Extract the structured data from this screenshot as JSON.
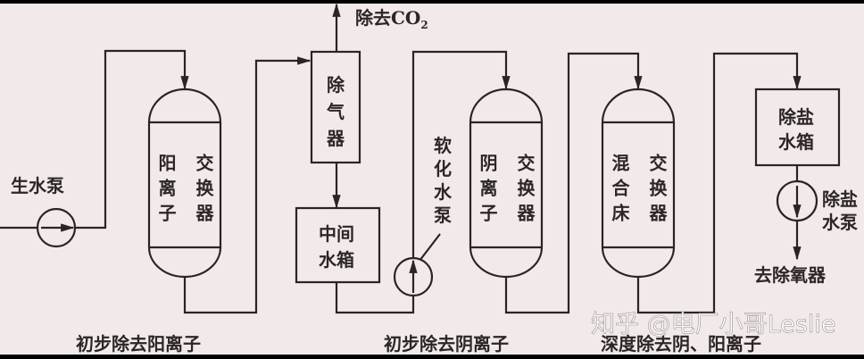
{
  "labels": {
    "raw_water_pump": "生水泵",
    "cation_exchanger_a": "阳离子",
    "cation_exchanger_b": "交换器",
    "degasser": [
      "除",
      "气",
      "器"
    ],
    "co2_removal": "除去CO",
    "co2_sub": "2",
    "intermediate_tank": [
      "中间",
      "水箱"
    ],
    "softened_pump": [
      "软",
      "化",
      "水",
      "泵"
    ],
    "anion_exchanger_a": "阴离子",
    "anion_exchanger_b": "交换器",
    "mixed_bed_a": "混合床",
    "mixed_bed_b": "交换器",
    "demin_tank": [
      "除盐",
      "水箱"
    ],
    "demin_pump": [
      "除盐",
      "水泵"
    ],
    "to_deaerator": "去除氧器"
  },
  "stages": {
    "stage1": "初步除去阳离子",
    "stage2": "初步除去阴离子",
    "stage3": "深度除去阴、阳离子"
  },
  "watermark": "知乎 @电厂小哥Leslie",
  "colors": {
    "background": "#f2eaea",
    "line": "#2a2424"
  }
}
